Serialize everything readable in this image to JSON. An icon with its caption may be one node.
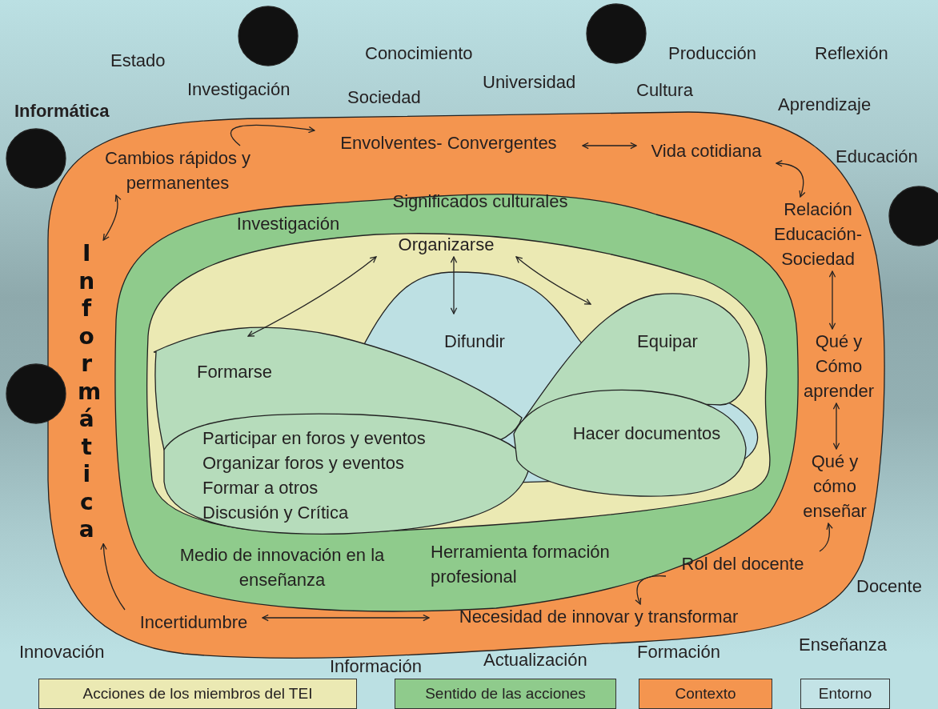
{
  "diagram": {
    "nodes": [
      {
        "text": [],
        "shape": "blob"
      },
      {
        "text": [
          "Significados culturales",
          "Investigación",
          "Medio de innovación en la enseñanza",
          "Herramienta formación profesional"
        ],
        "in": 0
      },
      {
        "text": [],
        "shape": "blob",
        "in": 1
      },
      {
        "text": [
          "Organizarse"
        ],
        "in": 2
      },
      {
        "text": [
          "Difundir"
        ],
        "in": 2
      },
      {
        "text": [
          "Formarse"
        ],
        "in": 2
      },
      {
        "text": [
          "Equipar"
        ],
        "in": 2
      },
      {
        "text": [
          "Participar en foros y eventos",
          "Organizar foros y eventos",
          "Formar a otros",
          "Discusión y Crítica"
        ],
        "in": 2
      },
      {
        "text": [
          "Hacer documentos"
        ],
        "in": 2
      },
      {
        "text": [
          "Cambios rápidos y permanentes"
        ],
        "in": 0
      },
      {
        "text": [
          "Envolventes- Convergentes"
        ],
        "in": 0
      },
      {
        "text": [
          "Vida cotidiana"
        ],
        "in": 0
      },
      {
        "text": [
          "Relación Educación- Sociedad"
        ],
        "in": 0
      },
      {
        "text": [
          "Qué y Cómo aprender"
        ],
        "in": 0
      },
      {
        "text": [
          "Qué y cómo enseñar"
        ],
        "in": 0
      },
      {
        "text": [
          "Rol del docente"
        ],
        "in": 0
      },
      {
        "text": [
          "Necesidad de innovar y transformar"
        ],
        "in": 0
      },
      {
        "text": [
          "Incertidumbre"
        ],
        "in": 0
      },
      {
        "text": [
          "Informática"
        ],
        "in": 0
      },
      {
        "text": [],
        "shape": "circle"
      },
      {
        "text": [],
        "shape": "circle"
      },
      {
        "text": [],
        "shape": "circle"
      },
      {
        "text": [],
        "shape": "circle"
      },
      {
        "text": [],
        "shape": "circle"
      }
    ],
    "edges": [
      {
        "from": 9,
        "to": 10,
        "arrow": "to"
      },
      {
        "from": 10,
        "to": 11,
        "arrow": "both"
      },
      {
        "from": 11,
        "to": 12,
        "arrow": "both"
      },
      {
        "from": 12,
        "to": 13,
        "arrow": "both"
      },
      {
        "from": 13,
        "to": 14,
        "arrow": "both"
      },
      {
        "from": 15,
        "to": 14,
        "arrow": "to"
      },
      {
        "from": 15,
        "to": 16,
        "arrow": "to"
      },
      {
        "from": 16,
        "to": 17,
        "arrow": "both"
      },
      {
        "from": 17,
        "to": 18,
        "arrow": "to"
      },
      {
        "from": 9,
        "to": 18,
        "arrow": "both"
      },
      {
        "from": 3,
        "to": 5,
        "arrow": "both"
      },
      {
        "from": 3,
        "to": 6,
        "arrow": "both"
      },
      {
        "from": 3,
        "to": 4,
        "arrow": "both"
      }
    ],
    "labels": [
      "Estado",
      "Conocimiento",
      "Producción",
      "Reflexión",
      "Investigación",
      "Universidad",
      "Sociedad",
      "Cultura",
      "Informática",
      "Aprendizaje",
      "Educación",
      "Docente",
      "Innovación",
      "Enseñanza",
      "Formación",
      "Información",
      "Actualización"
    ],
    "legend": [
      {
        "text": "Acciones de los miembros del TEI",
        "color": "#ebe9b3"
      },
      {
        "text": "Sentido de las acciones",
        "color": "#8fcb8c"
      },
      {
        "text": "Contexto",
        "color": "#f4954f"
      },
      {
        "text": "Entorno",
        "color": "#c3e3e6"
      }
    ]
  }
}
